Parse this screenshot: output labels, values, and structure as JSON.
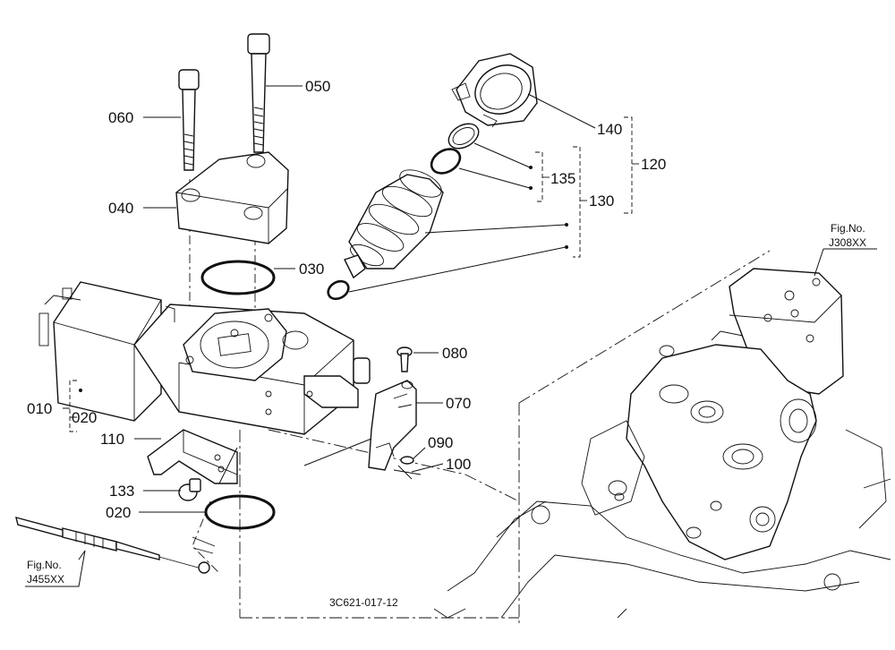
{
  "diagram": {
    "callouts": [
      {
        "id": "010",
        "label": "010"
      },
      {
        "id": "020a",
        "label": "020"
      },
      {
        "id": "020b",
        "label": "020"
      },
      {
        "id": "030",
        "label": "030"
      },
      {
        "id": "040",
        "label": "040"
      },
      {
        "id": "050",
        "label": "050"
      },
      {
        "id": "060",
        "label": "060"
      },
      {
        "id": "070",
        "label": "070"
      },
      {
        "id": "080",
        "label": "080"
      },
      {
        "id": "090",
        "label": "090"
      },
      {
        "id": "100",
        "label": "100"
      },
      {
        "id": "110",
        "label": "110"
      },
      {
        "id": "120",
        "label": "120"
      },
      {
        "id": "130",
        "label": "130"
      },
      {
        "id": "133",
        "label": "133"
      },
      {
        "id": "135",
        "label": "135"
      },
      {
        "id": "140",
        "label": "140"
      }
    ],
    "fig_refs": [
      {
        "id": "j308",
        "line1": "Fig.No.",
        "line2": "J308XX"
      },
      {
        "id": "j455",
        "line1": "Fig.No.",
        "line2": "J455XX"
      }
    ],
    "drawing_code": "3C621-017-12"
  }
}
